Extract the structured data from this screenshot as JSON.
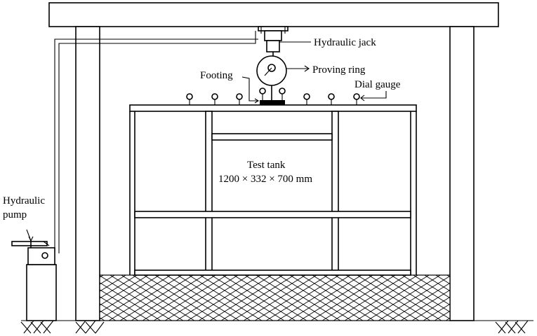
{
  "labels": {
    "hydraulic_jack": "Hydraulic jack",
    "proving_ring": "Proving ring",
    "footing": "Footing",
    "dial_gauge": "Dial gauge",
    "test_tank_title": "Test tank",
    "test_tank_dims": "1200 × 332 × 700 mm",
    "hydraulic_pump_line1": "Hydraulic",
    "hydraulic_pump_line2": "pump"
  },
  "colors": {
    "line": "#000000",
    "background": "#ffffff"
  }
}
